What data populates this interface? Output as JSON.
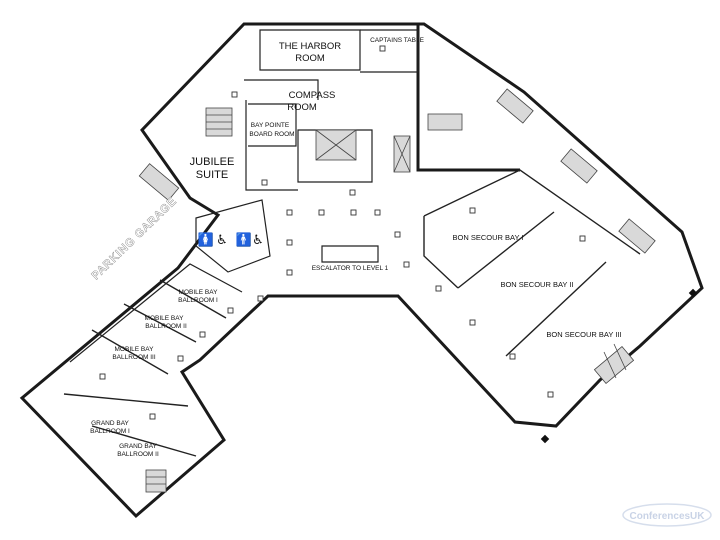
{
  "rooms": {
    "harbor_room": [
      "THE HARBOR",
      "ROOM"
    ],
    "captains_table": "CAPTAINS TABLE",
    "compass_room": [
      "COMPASS",
      "ROOM"
    ],
    "bay_pointe": [
      "BAY POINTE",
      "BOARD ROOM"
    ],
    "jubilee_suite": [
      "JUBILEE",
      "SUITE"
    ],
    "bon_secour_1": "BON SECOUR BAY I",
    "bon_secour_2": "BON SECOUR BAY II",
    "bon_secour_3": "BON SECOUR BAY III",
    "mobile_bay_1": [
      "MOBILE BAY",
      "BALLROOM I"
    ],
    "mobile_bay_2": [
      "MOBILE BAY",
      "BALLROOM II"
    ],
    "mobile_bay_3": [
      "MOBILE BAY",
      "BALLROOM III"
    ],
    "grand_bay_1": [
      "GRAND BAY",
      "BALLROOM I"
    ],
    "grand_bay_2": [
      "GRAND BAY",
      "BALLROOM II"
    ]
  },
  "parking_garage": "PARKING GARAGE",
  "escalator_label": "ESCALATOR TO LEVEL 1",
  "restrooms": [
    "womens-restroom-icon",
    "wheelchair-icon",
    "mens-restroom-icon",
    "wheelchair-icon"
  ],
  "watermark": "ConferencesUK",
  "colors": {
    "walls": "#1a1a1a",
    "stairs": "#d9d9d9",
    "watermark": "#c9d3e6"
  }
}
